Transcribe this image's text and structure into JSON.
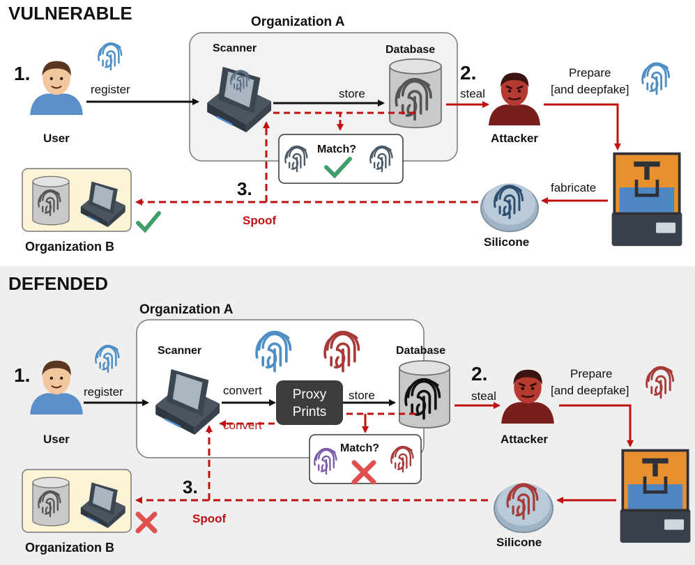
{
  "vulnerable": {
    "title": "VULNERABLE",
    "org_a_title": "Organization A",
    "org_b_label": "Organization B",
    "steps": [
      "1.",
      "2.",
      "3."
    ],
    "labels": {
      "user": "User",
      "register": "register",
      "scanner": "Scanner",
      "database": "Database",
      "store": "store",
      "steal": "steal",
      "attacker": "Attacker",
      "prepare": "Prepare",
      "deepfake": "[and deepfake]",
      "match": "Match?",
      "fabricate": "fabricate",
      "silicone": "Silicone",
      "spoof": "Spoof"
    },
    "match_result": "check",
    "spoof_result": "check"
  },
  "defended": {
    "title": "DEFENDED",
    "org_a_title": "Organization A",
    "org_b_label": "Organization B",
    "steps": [
      "1.",
      "2.",
      "3."
    ],
    "labels": {
      "user": "User",
      "register": "register",
      "scanner": "Scanner",
      "convert_top": "convert",
      "convert_bottom": "convert",
      "proxy_line1": "Proxy",
      "proxy_line2": "Prints",
      "store": "store",
      "database": "Database",
      "steal": "steal",
      "attacker": "Attacker",
      "prepare": "Prepare",
      "deepfake": "[and deepfake]",
      "match": "Match?",
      "silicone": "Silicone",
      "spoof": "Spoof"
    },
    "match_result": "cross",
    "spoof_result": "cross"
  },
  "colors": {
    "attack_red": "#c01010",
    "fingerprint_blue": "#4d8fc4",
    "fingerprint_red": "#a83a3a",
    "fingerprint_purple": "#7a5aa8",
    "defended_bg": "#efefef",
    "org_b_bg": "#fdf3d6",
    "check_green": "#3f9e6a",
    "cross_red": "#e05050"
  }
}
